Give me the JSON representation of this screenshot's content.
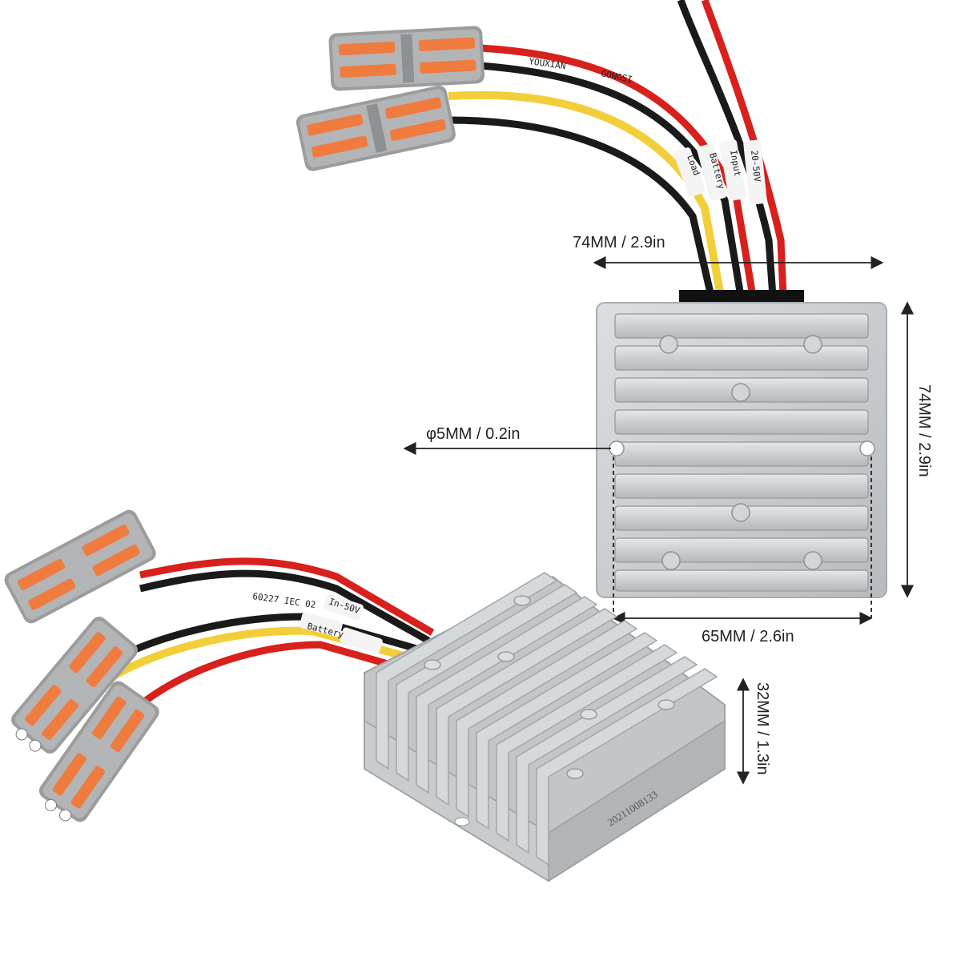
{
  "dimensions": {
    "top_width": "74MM / 2.9in",
    "side_height": "74MM / 2.9in",
    "hole_diameter": "φ5MM / 0.2in",
    "hole_spacing": "65MM / 2.6in",
    "thickness": "32MM / 1.3in"
  },
  "cable_labels": {
    "maker_top": "YOUXIAN",
    "maker_top_2": "GONGSI",
    "label_load": "Load",
    "label_battery": "Battery",
    "label_input": "Input",
    "label_voltage": "20-50V",
    "maker_bottom": "60227 IEC 02",
    "label_bat_bottom": "Battery",
    "label_in_bottom": "In-50V"
  },
  "serial_number": "20211008133",
  "colors": {
    "housing": "#c9ccce",
    "housing_dark": "#a9adb0",
    "connector_gray": "#9a9c9e",
    "lever_orange": "#f07b3f",
    "wire_red": "#d8201c",
    "wire_black": "#1a1a1a",
    "wire_yellow": "#f2cf3a",
    "dimension_line": "#222222"
  }
}
